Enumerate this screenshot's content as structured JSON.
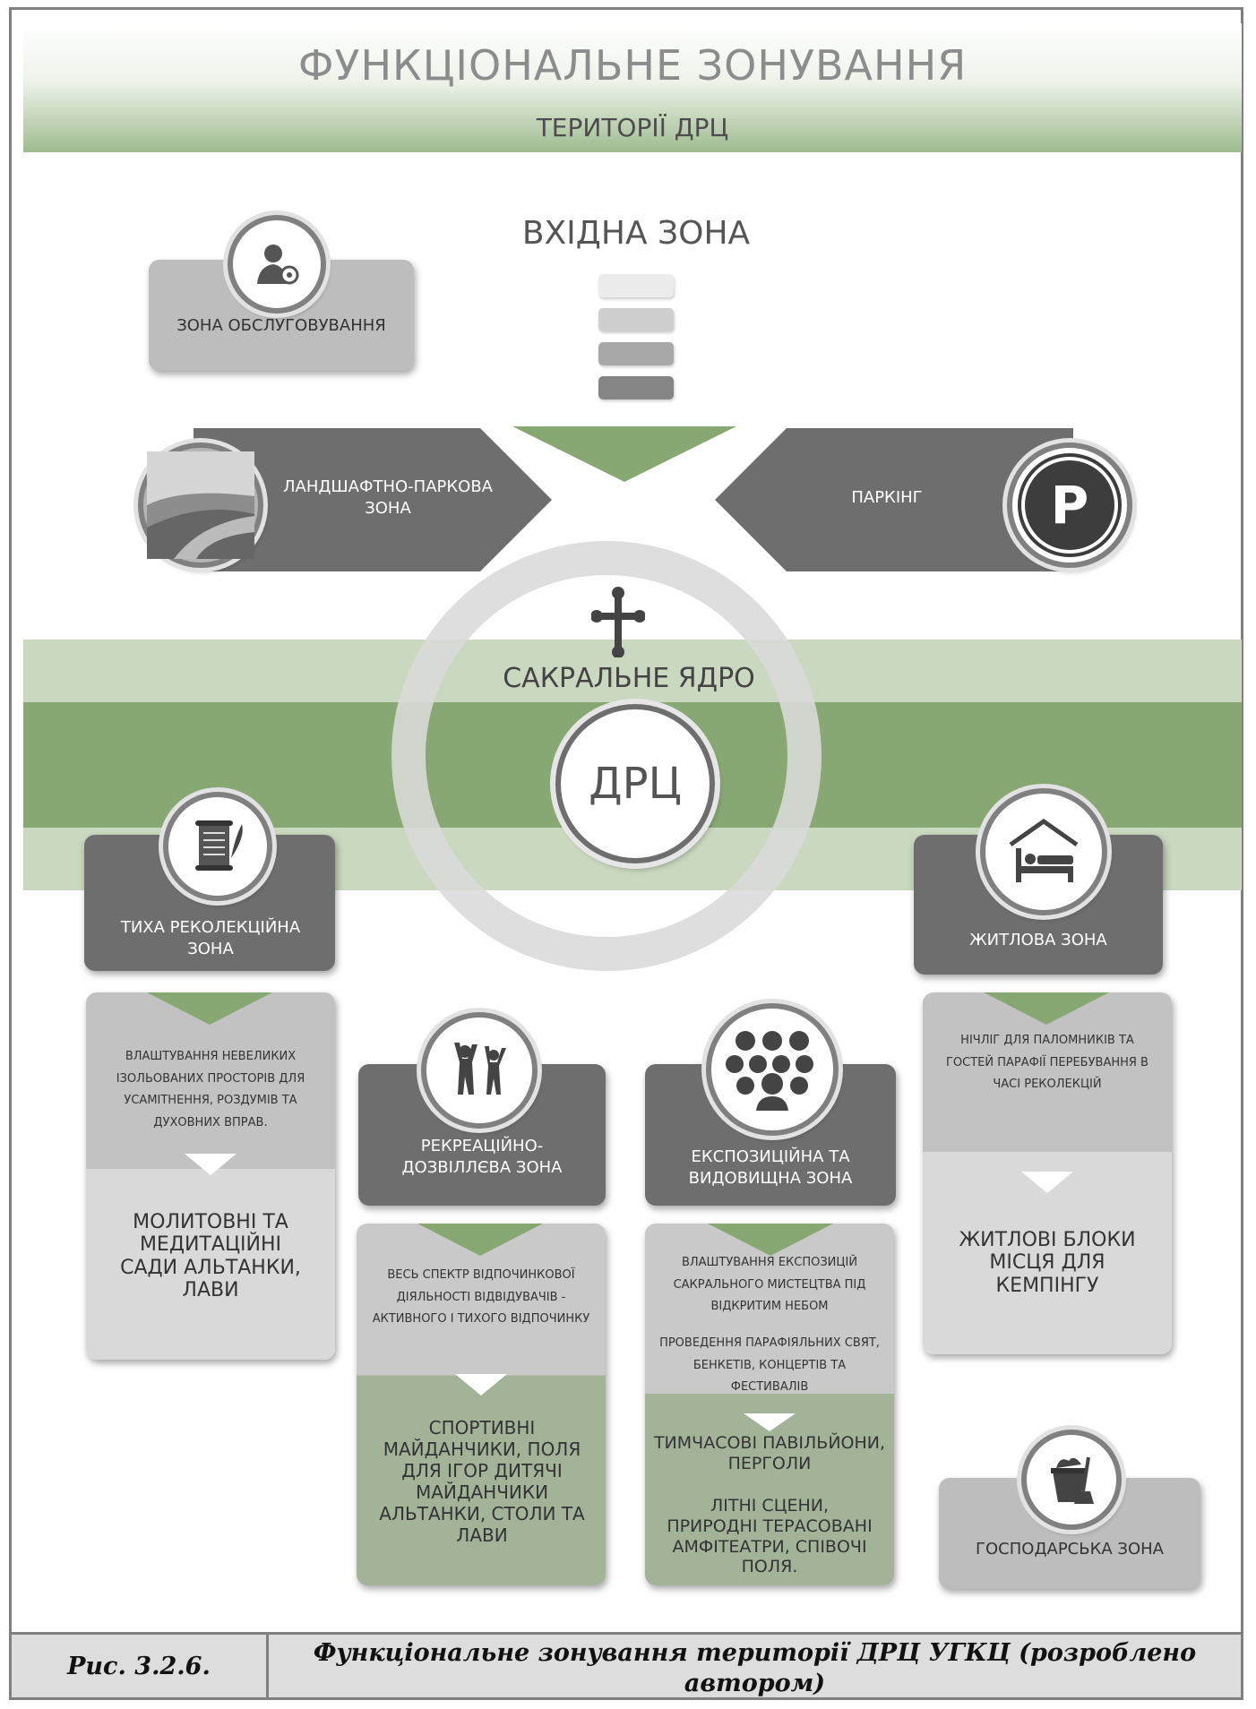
{
  "header": {
    "title": "ФУНКЦІОНАЛЬНЕ ЗОНУВАННЯ",
    "subtitle": "ТЕРИТОРІЇ ДРЦ"
  },
  "entrance": {
    "label": "ВХІДНА ЗОНА"
  },
  "service": {
    "label": "ЗОНА ОБСЛУГОВУВАННЯ"
  },
  "landscape": {
    "label": "ЛАНДШАФТНО-ПАРКОВА ЗОНА"
  },
  "parking": {
    "label": "ПАРКІНГ",
    "icon_letter": "P"
  },
  "core": {
    "label": "САКРАЛЬНЕ ЯДРО",
    "center": "ДРЦ"
  },
  "quiet": {
    "title": "ТИХА РЕКОЛЕКЦІЙНА ЗОНА",
    "description": "ВЛАШТУВАННЯ НЕВЕЛИКИХ ІЗОЛЬОВАНИХ ПРОСТОРІВ ДЛЯ УСАМІТНЕННЯ, РОЗДУМІВ ТА ДУХОВНИХ ВПРАВ.",
    "result": "МОЛИТОВНІ ТА МЕДИТАЦІЙНІ САДИ АЛЬТАНКИ, ЛАВИ"
  },
  "recreation": {
    "title": "РЕКРЕАЦІЙНО-ДОЗВІЛЛЄВА ЗОНА",
    "description": "ВЕСЬ СПЕКТР ВІДПОЧИНКОВОЇ ДІЯЛЬНОСТІ ВІДВІДУВАЧІВ - АКТИВНОГО І ТИХОГО ВІДПОЧИНКУ",
    "result": "СПОРТИВНІ МАЙДАНЧИКИ, ПОЛЯ ДЛЯ ІГОР ДИТЯЧІ МАЙДАНЧИКИ АЛЬТАНКИ, СТОЛИ ТА ЛАВИ"
  },
  "exposition": {
    "title": "ЕКСПОЗИЦІЙНА ТА ВИДОВИЩНА ЗОНА",
    "description_1": "ВЛАШТУВАННЯ ЕКСПОЗИЦІЙ САКРАЛЬНОГО МИСТЕЦТВА ПІД ВІДКРИТИМ НЕБОМ",
    "description_2": "ПРОВЕДЕННЯ ПАРАФІЯЛЬНИХ СВЯТ, БЕНКЕТІВ, КОНЦЕРТІВ ТА ФЕСТИВАЛІВ",
    "result_1": "ТИМЧАСОВІ ПАВІЛЬЙОНИ, ПЕРГОЛИ",
    "result_2": "ЛІТНІ СЦЕНИ, ПРИРОДНІ ТЕРАСОВАНІ АМФІТЕАТРИ, СПІВОЧІ ПОЛЯ."
  },
  "residential": {
    "title": "ЖИТЛОВА ЗОНА",
    "description": "НІЧЛІГ ДЛЯ ПАЛОМНИКІВ ТА ГОСТЕЙ ПАРАФІЇ ПЕРЕБУВАННЯ В ЧАСІ РЕКОЛЕКЦІЙ",
    "result": "ЖИТЛОВІ БЛОКИ МІСЦЯ ДЛЯ КЕМПІНГУ"
  },
  "household": {
    "label": "ГОСПОДАРСЬКА ЗОНА"
  },
  "caption": {
    "number": "Рис. 3.2.6.",
    "text": "Функціональне зонування території ДРЦ УГКЦ (розроблено автором)"
  },
  "colors": {
    "green_light": "#c9d8be",
    "green": "#87a873",
    "gray_dark": "#6e6e6e",
    "gray_panel": "#c9c9c9"
  }
}
